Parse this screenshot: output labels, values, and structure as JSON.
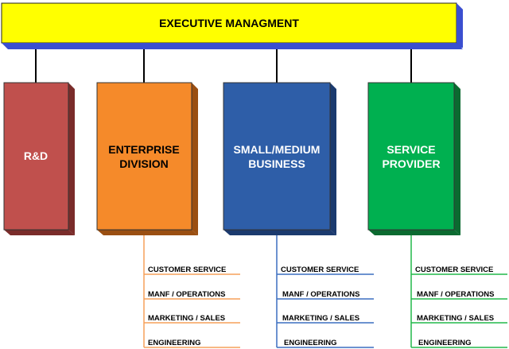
{
  "executive": {
    "label": "EXECUTIVE MANAGMENT",
    "color": "#ffff00"
  },
  "divisions": [
    {
      "id": "rnd",
      "lines": [
        "R&D"
      ],
      "color": "#c0504d",
      "text_color": "#ffffff",
      "sub_items": []
    },
    {
      "id": "enterprise",
      "lines": [
        "ENTERPRISE",
        "DIVISION"
      ],
      "color": "#f58a2a",
      "text_color": "#000000",
      "line_color": "#f5a05a",
      "sub_items": [
        "CUSTOMER SERVICE",
        "MANF / OPERATIONS",
        "MARKETING / SALES",
        "ENGINEERING"
      ]
    },
    {
      "id": "smb",
      "lines": [
        "SMALL/MEDIUM",
        "BUSINESS"
      ],
      "color": "#2e5ea8",
      "text_color": "#ffffff",
      "line_color": "#3c6fc0",
      "sub_items": [
        "CUSTOMER SERVICE",
        "MANF / OPERATIONS",
        "MARKETING / SALES",
        "ENGINEERING"
      ]
    },
    {
      "id": "service",
      "lines": [
        "SERVICE",
        "PROVIDER"
      ],
      "color": "#00b050",
      "text_color": "#ffffff",
      "line_color": "#22b84a",
      "sub_items": [
        "CUSTOMER SERVICE",
        "MANF / OPERATIONS",
        "MARKETING / SALES",
        "ENGINEERING"
      ]
    }
  ]
}
